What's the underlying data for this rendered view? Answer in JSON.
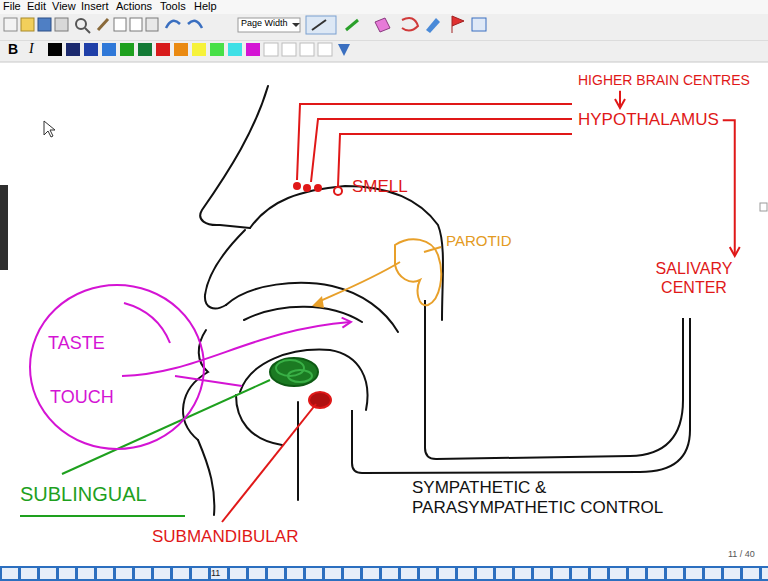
{
  "diagram": {
    "nodes": [
      {
        "text": [
          "HIGHER BRAIN CENTRES"
        ]
      },
      {
        "text": [
          "HYPOTHALAMUS"
        ]
      },
      {
        "text": [
          "SALIVARY CENTER"
        ]
      },
      {
        "text": [
          "TASTE",
          "TOUCH"
        ]
      }
    ],
    "edges": [
      {
        "from": 0,
        "to": 1,
        "arrow": "to"
      },
      {
        "from": 1,
        "to": 2,
        "arrow": "to"
      }
    ],
    "labels": [
      "File",
      "Edit",
      "View",
      "Insert",
      "Actions",
      "Tools",
      "Help",
      "Page Width",
      "B",
      "I",
      "SMELL",
      "PAROTID",
      "SUBLINGUAL",
      "SUBMANDIBULAR",
      "SYMPATHETIC & PARASYMPATHETIC CONTROL",
      "11 / 40",
      "11"
    ]
  }
}
